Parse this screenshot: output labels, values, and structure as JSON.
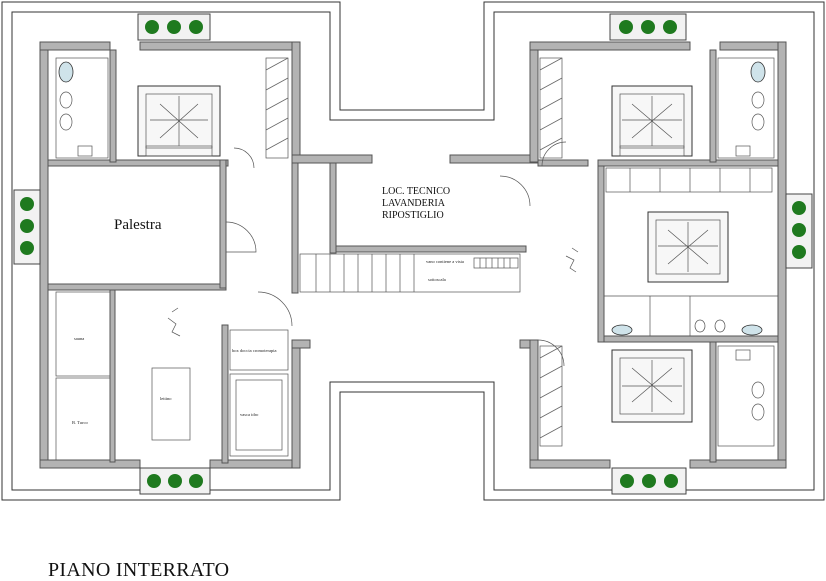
{
  "plan_title": "PIANO INTERRATO",
  "rooms": {
    "palestra": "Palestra",
    "service_line1": "LOC. TECNICO",
    "service_line2": "LAVANDERIA",
    "service_line3": "RIPOSTIGLIO"
  },
  "small_labels": {
    "sauna": "sauna",
    "bagno_turco": "B. Turco",
    "lettino": "lettino",
    "box_doccia": "box doccia cromoterapia",
    "vasca_idro": "vasca idro",
    "stair_note": "vano contiene a vista",
    "stair_sub": "sottoscala"
  },
  "colors": {
    "wall_fill": "#b3b3b3",
    "plant_green": "#1f7a1f",
    "bath_fixture": "#cfe3ea"
  }
}
